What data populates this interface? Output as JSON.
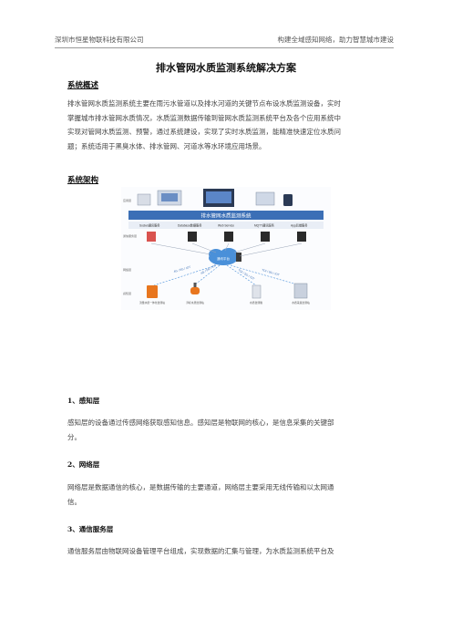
{
  "header": {
    "left": "深圳市恒星物联科技有限公司",
    "right": "构建全域感知网络，助力智慧城市建设"
  },
  "title": "排水管网水质监测系统解决方案",
  "section1": {
    "heading": "系统概述",
    "lines": [
      "排水管网水质监测系统主要在雨污水管道以及排水河道的关键节点布设水质监测设备，实时",
      "掌握城市排水管网水质情况，水质监测数据传输到管网水质监测系统平台及各个应用系统中",
      "实现对管网水质监测、预警，通过系统建设，实现了实时水质监测，能精准快速定位水质问",
      "题；系统适用于黑臭水体、排水管网、河道水等水环境应用场景。"
    ]
  },
  "section2": {
    "heading": "系统架构"
  },
  "diagram": {
    "banner": "排水管网水质监测系统",
    "servers": [
      "Socket通讯服务",
      "Database数据服务",
      "Web Service",
      "MQTT通讯服务",
      "App后端服务"
    ],
    "cloud_label": "通讯平台",
    "left_layer_labels": [
      "应用层",
      "通信服务层",
      "网络层",
      "感知层"
    ],
    "links": [
      "4G / 5G / IOT",
      "4G / 5G / IOT",
      "TOI / 5G / IOT",
      "TOI / 5G / IOT"
    ],
    "devices": [
      "流量水质一体化监测站",
      "浮标水质监测站",
      "水质监测箱",
      "水质采集监测站"
    ]
  },
  "layers": [
    {
      "heading": "1、感知层",
      "lines": [
        "感知层的设备通过传感网络获取感知信息。感知层是物联网的核心，是信息采集的关键部",
        "分。"
      ]
    },
    {
      "heading": "2、网络层",
      "lines": [
        "网络层是数据通信的核心，是数据传输的主要通道，网络层主要采用无线传输和以太网通",
        "信。"
      ]
    },
    {
      "heading": "3、通信服务层",
      "lines": [
        "通信服务层由物联网设备管理平台组成，实现数据的汇集与管理，为水质监测系统平台及"
      ]
    }
  ],
  "colors": {
    "banner": "#3b6fb6",
    "server_red": "#d9534f",
    "cloud": "#4a90d9",
    "device_orange": "#e8761e"
  }
}
